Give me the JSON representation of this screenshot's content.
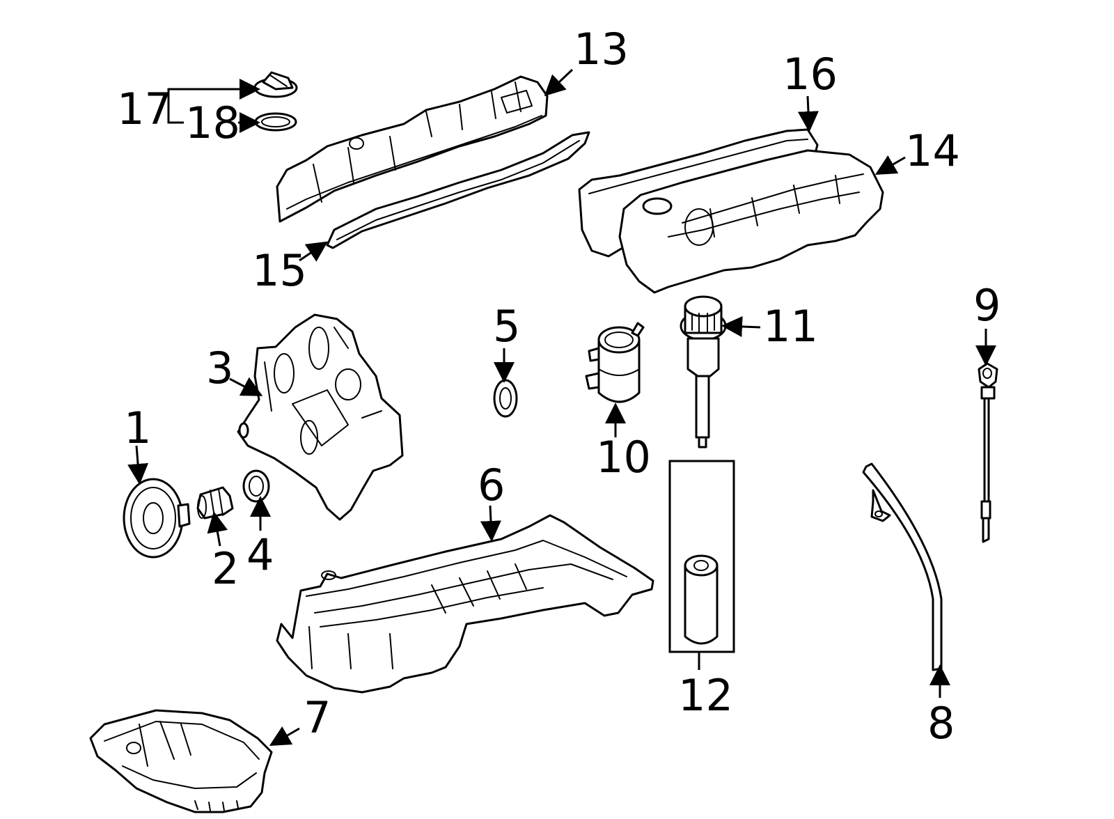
{
  "diagram": {
    "type": "exploded-parts-diagram",
    "callouts": [
      {
        "id": "1",
        "label": "1"
      },
      {
        "id": "2",
        "label": "2"
      },
      {
        "id": "3",
        "label": "3"
      },
      {
        "id": "4",
        "label": "4"
      },
      {
        "id": "5",
        "label": "5"
      },
      {
        "id": "6",
        "label": "6"
      },
      {
        "id": "7",
        "label": "7"
      },
      {
        "id": "8",
        "label": "8"
      },
      {
        "id": "9",
        "label": "9"
      },
      {
        "id": "10",
        "label": "10"
      },
      {
        "id": "11",
        "label": "11"
      },
      {
        "id": "12",
        "label": "12"
      },
      {
        "id": "13",
        "label": "13"
      },
      {
        "id": "14",
        "label": "14"
      },
      {
        "id": "15",
        "label": "15"
      },
      {
        "id": "16",
        "label": "16"
      },
      {
        "id": "17",
        "label": "17"
      },
      {
        "id": "18",
        "label": "18"
      }
    ]
  }
}
